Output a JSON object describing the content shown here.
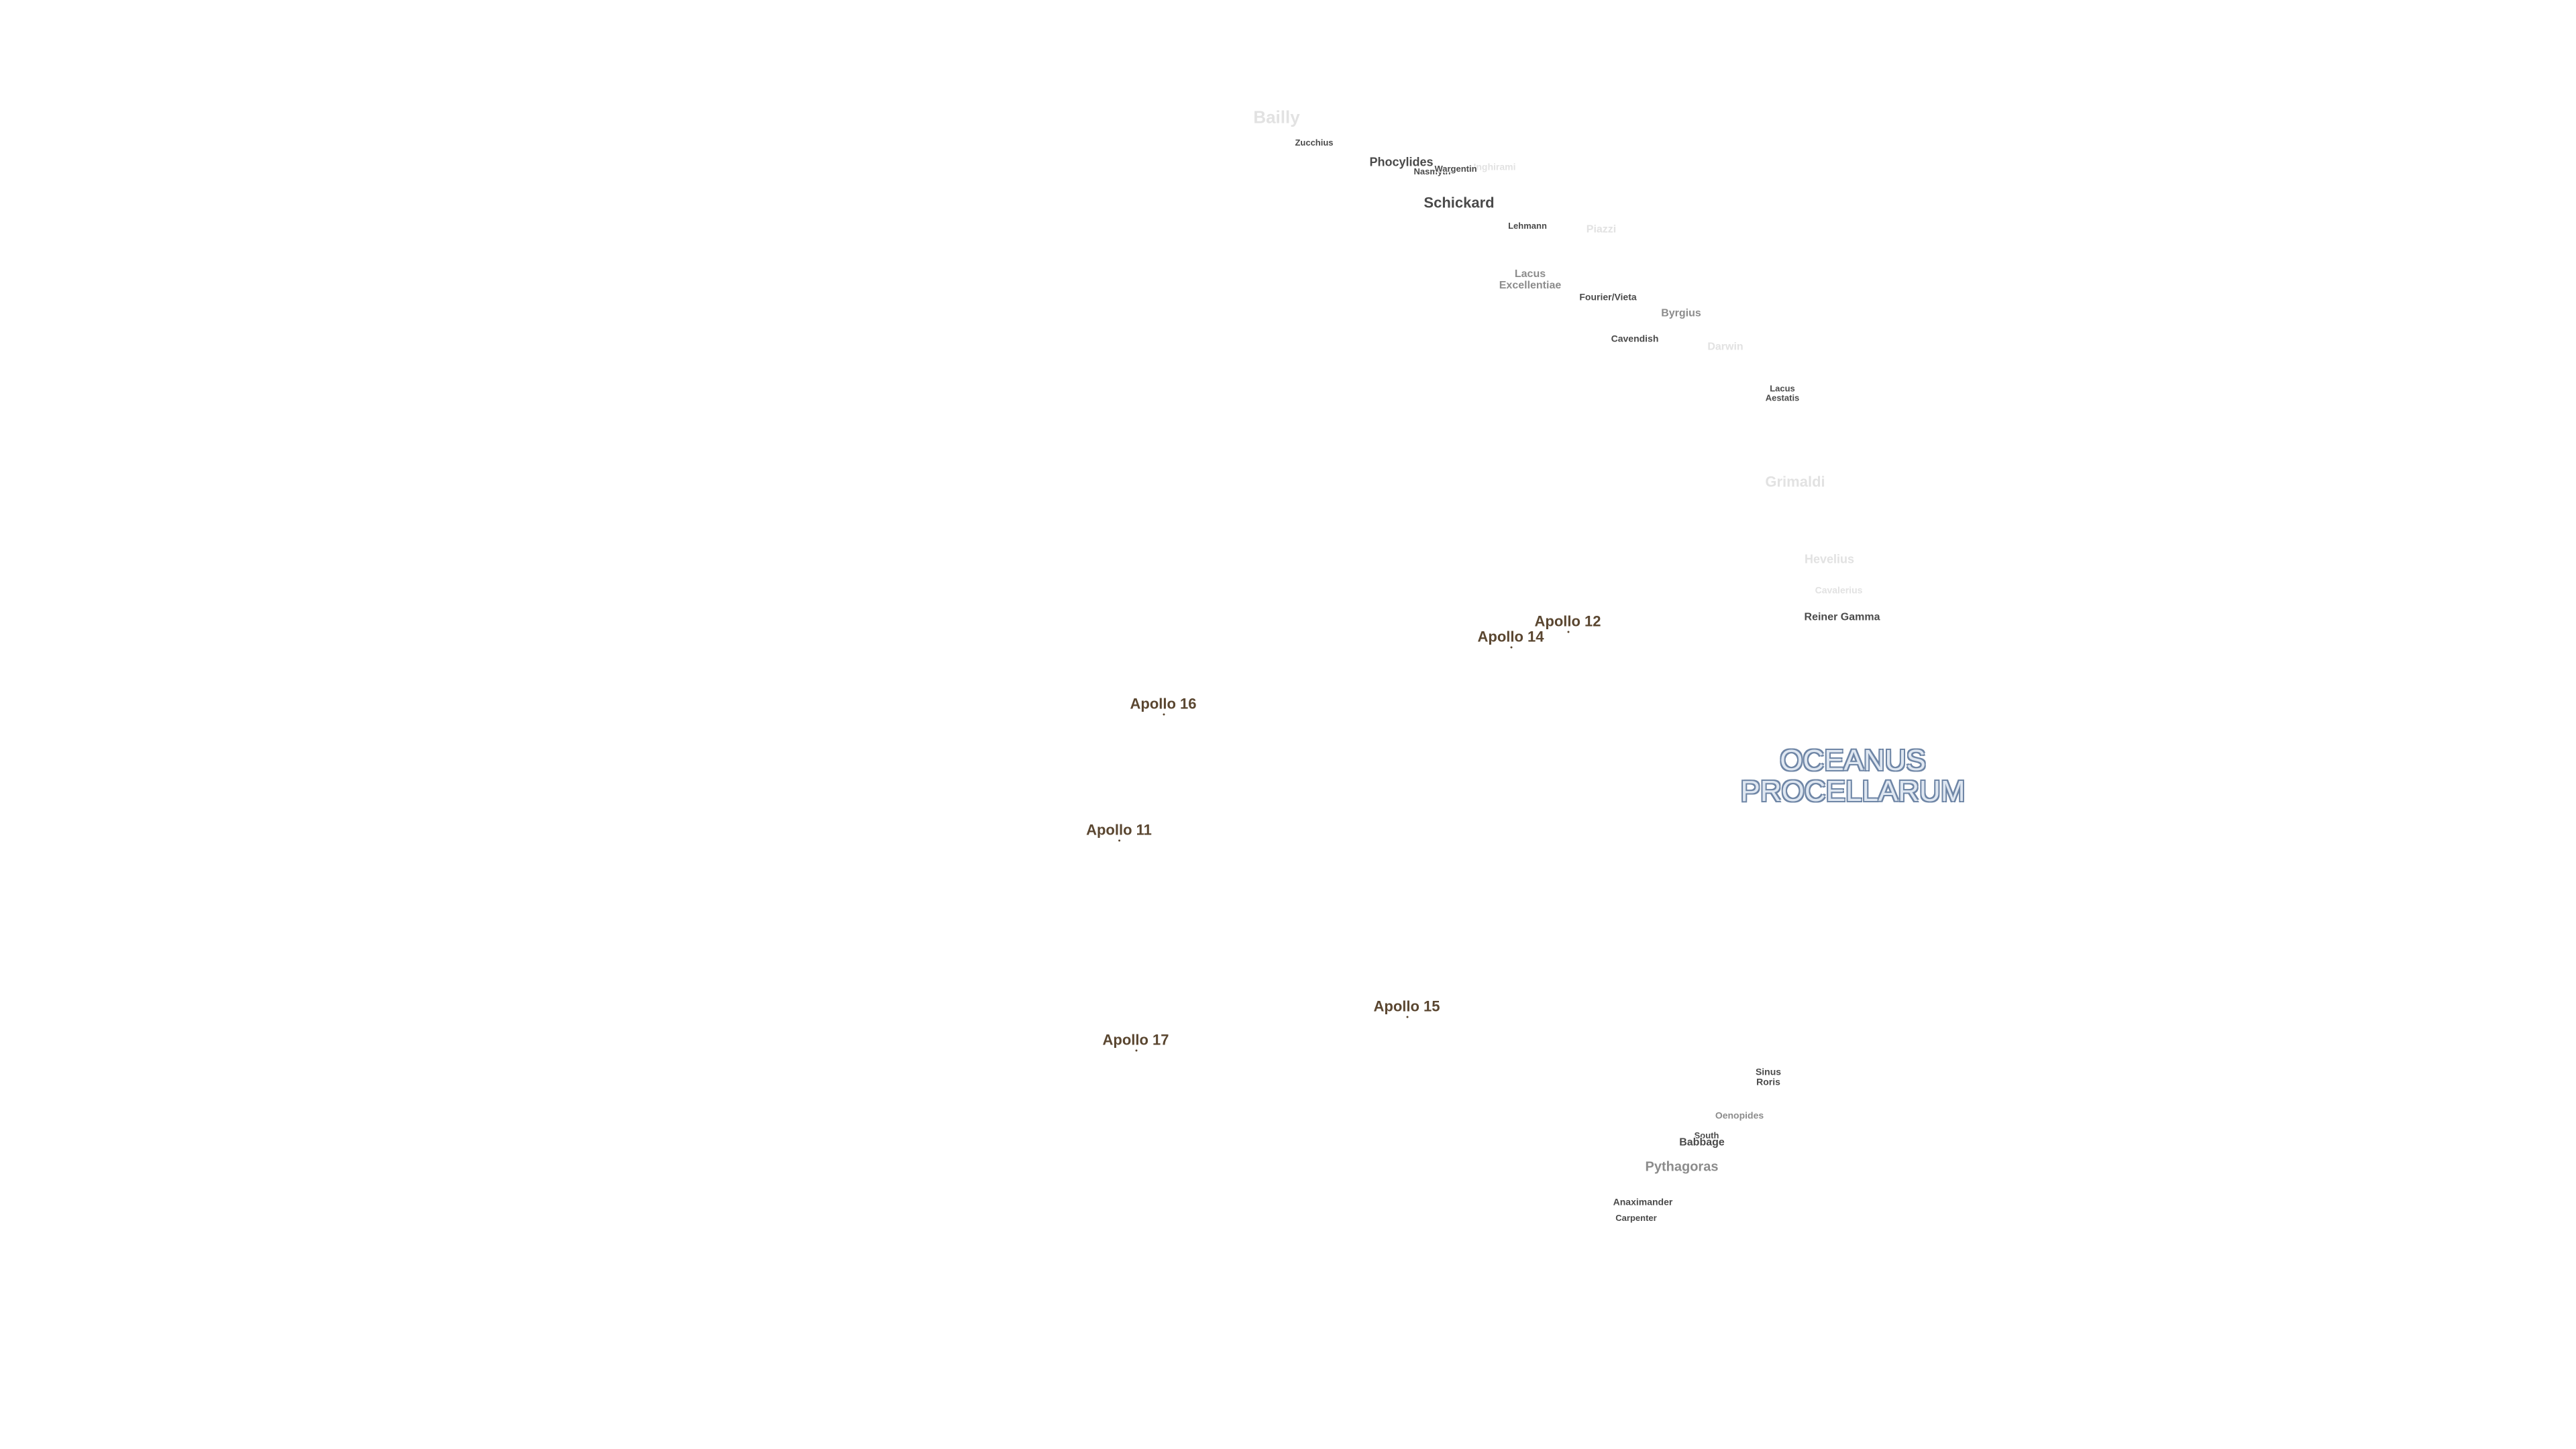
{
  "map": {
    "maria": {
      "oceanus_line1": "OCEANUS",
      "oceanus_line2": "PROCELLARUM"
    },
    "apollo_sites": {
      "apollo_12": "Apollo 12",
      "apollo_14": "Apollo 14",
      "apollo_16": "Apollo 16",
      "apollo_11": "Apollo 11",
      "apollo_15": "Apollo 15",
      "apollo_17": "Apollo 17"
    },
    "features": {
      "bailly": "Bailly",
      "zucchius": "Zucchius",
      "phocylides": "Phocylides",
      "nasmyth": "Nasmyth",
      "wargentin": "Wargentin",
      "inghirami": "Inghirami",
      "schickard": "Schickard",
      "lehmann": "Lehmann",
      "piazzi": "Piazzi",
      "lacus_excellentiae_line1": "Lacus",
      "lacus_excellentiae_line2": "Excellentiae",
      "fourier_vieta": "Fourier/Vieta",
      "byrgius": "Byrgius",
      "cavendish": "Cavendish",
      "darwin": "Darwin",
      "lacus_aestatis_line1": "Lacus",
      "lacus_aestatis_line2": "Aestatis",
      "grimaldi": "Grimaldi",
      "hevelius": "Hevelius",
      "cavalerius": "Cavalerius",
      "reiner_gamma": "Reiner Gamma",
      "sinus_roris_line1": "Sinus",
      "sinus_roris_line2": "Roris",
      "oenopides": "Oenopides",
      "south": "South",
      "babbage": "Babbage",
      "pythagoras": "Pythagoras",
      "anaximander": "Anaximander",
      "carpenter": "Carpenter"
    }
  }
}
